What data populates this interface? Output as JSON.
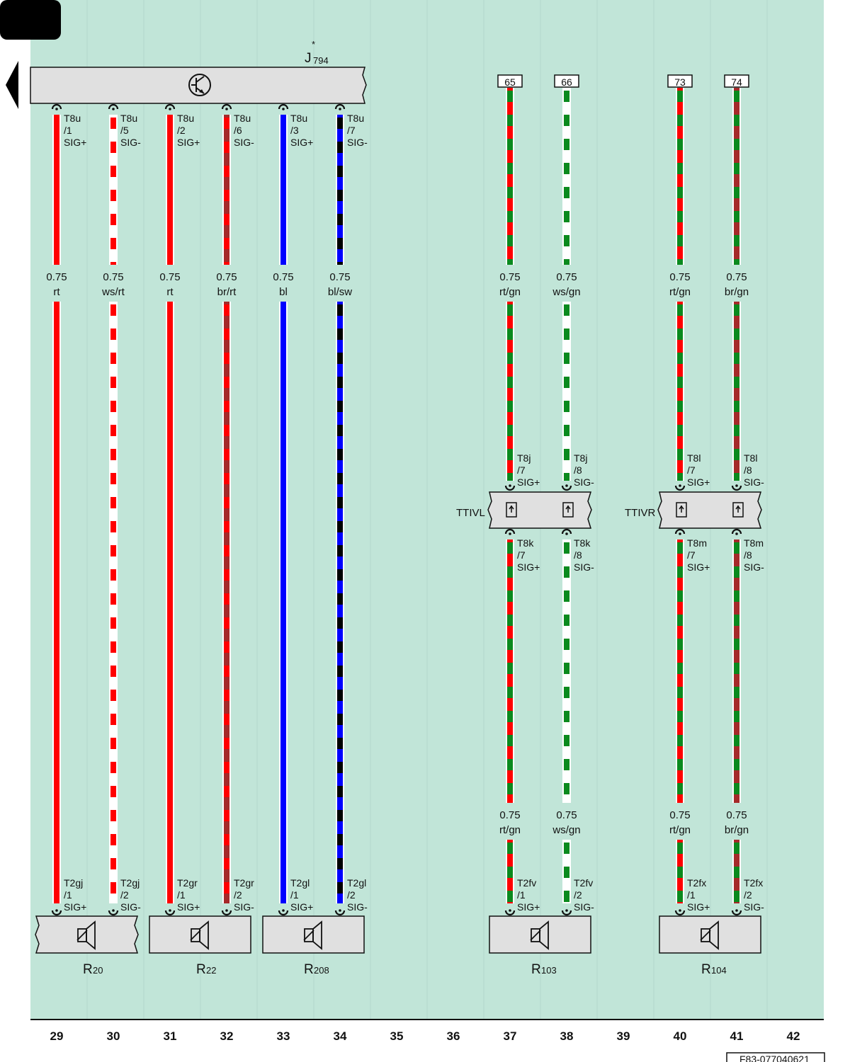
{
  "header": {
    "module": {
      "name": "J",
      "sub": "794",
      "marker": "*"
    }
  },
  "colors": {
    "rt": "#ff0000",
    "ws": "#ffffff",
    "bl": "#0000ff",
    "sw": "#000000",
    "gn": "#0a8a1e",
    "br": "#a52a2a",
    "background": "#c1e5d8"
  },
  "wires": [
    {
      "col": "29",
      "pins_top": [
        "T8u",
        "/1",
        "SIG+"
      ],
      "size": "0.75",
      "color": "rt",
      "stripe": null,
      "pins_bottom": [
        "T2gj",
        "/1",
        "SIG+"
      ]
    },
    {
      "col": "30",
      "pins_top": [
        "T8u",
        "/5",
        "SIG-"
      ],
      "size": "0.75",
      "color": "ws/rt",
      "stripe": "rt",
      "pins_bottom": [
        "T2gj",
        "/2",
        "SIG-"
      ]
    },
    {
      "col": "31",
      "pins_top": [
        "T8u",
        "/2",
        "SIG+"
      ],
      "size": "0.75",
      "color": "rt",
      "stripe": null,
      "pins_bottom": [
        "T2gr",
        "/1",
        "SIG+"
      ]
    },
    {
      "col": "32",
      "pins_top": [
        "T8u",
        "/6",
        "SIG-"
      ],
      "size": "0.75",
      "color": "br/rt",
      "stripe": "rt",
      "pins_bottom": [
        "T2gr",
        "/2",
        "SIG-"
      ]
    },
    {
      "col": "33",
      "pins_top": [
        "T8u",
        "/3",
        "SIG+"
      ],
      "size": "0.75",
      "color": "bl",
      "stripe": null,
      "pins_bottom": [
        "T2gl",
        "/1",
        "SIG+"
      ]
    },
    {
      "col": "34",
      "pins_top": [
        "T8u",
        "/7",
        "SIG-"
      ],
      "size": "0.75",
      "color": "bl/sw",
      "stripe": "sw",
      "pins_bottom": [
        "T2gl",
        "/2",
        "SIG-"
      ]
    },
    {
      "col": "37",
      "ref_top": "65",
      "size": "0.75",
      "color": "rt/gn",
      "stripe": "gn",
      "pins_mid_top": [
        "T8j",
        "/7",
        "SIG+"
      ],
      "pins_mid_bottom": [
        "T8k",
        "/7",
        "SIG+"
      ],
      "size2": "0.75",
      "color2": "rt/gn",
      "pins_bottom": [
        "T2fv",
        "/1",
        "SIG+"
      ]
    },
    {
      "col": "38",
      "ref_top": "66",
      "size": "0.75",
      "color": "ws/gn",
      "stripe": "gn",
      "pins_mid_top": [
        "T8j",
        "/8",
        "SIG-"
      ],
      "pins_mid_bottom": [
        "T8k",
        "/8",
        "SIG-"
      ],
      "size2": "0.75",
      "color2": "ws/gn",
      "pins_bottom": [
        "T2fv",
        "/2",
        "SIG-"
      ]
    },
    {
      "col": "40",
      "ref_top": "73",
      "size": "0.75",
      "color": "rt/gn",
      "stripe": "gn",
      "pins_mid_top": [
        "T8l",
        "/7",
        "SIG+"
      ],
      "pins_mid_bottom": [
        "T8m",
        "/7",
        "SIG+"
      ],
      "size2": "0.75",
      "color2": "rt/gn",
      "pins_bottom": [
        "T2fx",
        "/1",
        "SIG+"
      ]
    },
    {
      "col": "41",
      "ref_top": "74",
      "size": "0.75",
      "color": "br/gn",
      "stripe": "gn",
      "pins_mid_top": [
        "T8l",
        "/8",
        "SIG-"
      ],
      "pins_mid_bottom": [
        "T8m",
        "/8",
        "SIG-"
      ],
      "size2": "0.75",
      "color2": "br/gn",
      "pins_bottom": [
        "T2fx",
        "/2",
        "SIG-"
      ]
    }
  ],
  "connectors": [
    {
      "name": "TTIVL"
    },
    {
      "name": "TTIVR"
    }
  ],
  "speakers": [
    {
      "name": "R",
      "sub": "20"
    },
    {
      "name": "R",
      "sub": "22"
    },
    {
      "name": "R",
      "sub": "208"
    },
    {
      "name": "R",
      "sub": "103"
    },
    {
      "name": "R",
      "sub": "104"
    }
  ],
  "columns": [
    "29",
    "30",
    "31",
    "32",
    "33",
    "34",
    "35",
    "36",
    "37",
    "38",
    "39",
    "40",
    "41",
    "42"
  ],
  "footer": {
    "code": "F83-077040621"
  },
  "icons": [
    "transistor-icon",
    "speaker-icon",
    "connector-icon",
    "back-arrow-icon"
  ]
}
